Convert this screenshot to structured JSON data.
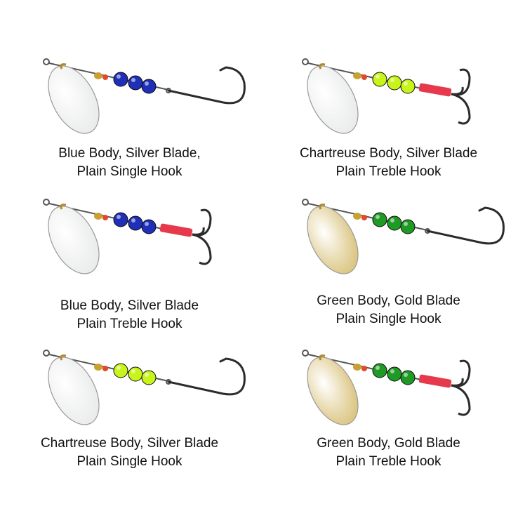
{
  "colors": {
    "blue_bead": "#1f2fb8",
    "chartreuse_bead": "#c8f41a",
    "green_bead": "#1f9a25",
    "silver_blade": "#e9eaea",
    "gold_blade": "#d9c27a",
    "red_tube": "#e63a4c",
    "wire": "#555555",
    "hook": "#2b2b2b"
  },
  "lures": [
    {
      "line1": "Blue Body, Silver Blade,",
      "line2": "Plain Single Hook",
      "body": "blue",
      "blade": "silver",
      "hook": "single"
    },
    {
      "line1": "Chartreuse Body, Silver Blade",
      "line2": "Plain Treble Hook",
      "body": "chartreuse",
      "blade": "silver",
      "hook": "treble"
    },
    {
      "line1": "Blue Body, Silver Blade",
      "line2": "Plain Treble Hook",
      "body": "blue",
      "blade": "silver",
      "hook": "treble"
    },
    {
      "line1": "Green Body, Gold Blade",
      "line2": "Plain Single Hook",
      "body": "green",
      "blade": "gold",
      "hook": "single"
    },
    {
      "line1": "Chartreuse Body, Silver Blade",
      "line2": "Plain Single Hook",
      "body": "chartreuse",
      "blade": "silver",
      "hook": "single"
    },
    {
      "line1": "Green Body, Gold Blade",
      "line2": "Plain Treble Hook",
      "body": "green",
      "blade": "gold",
      "hook": "treble"
    }
  ]
}
